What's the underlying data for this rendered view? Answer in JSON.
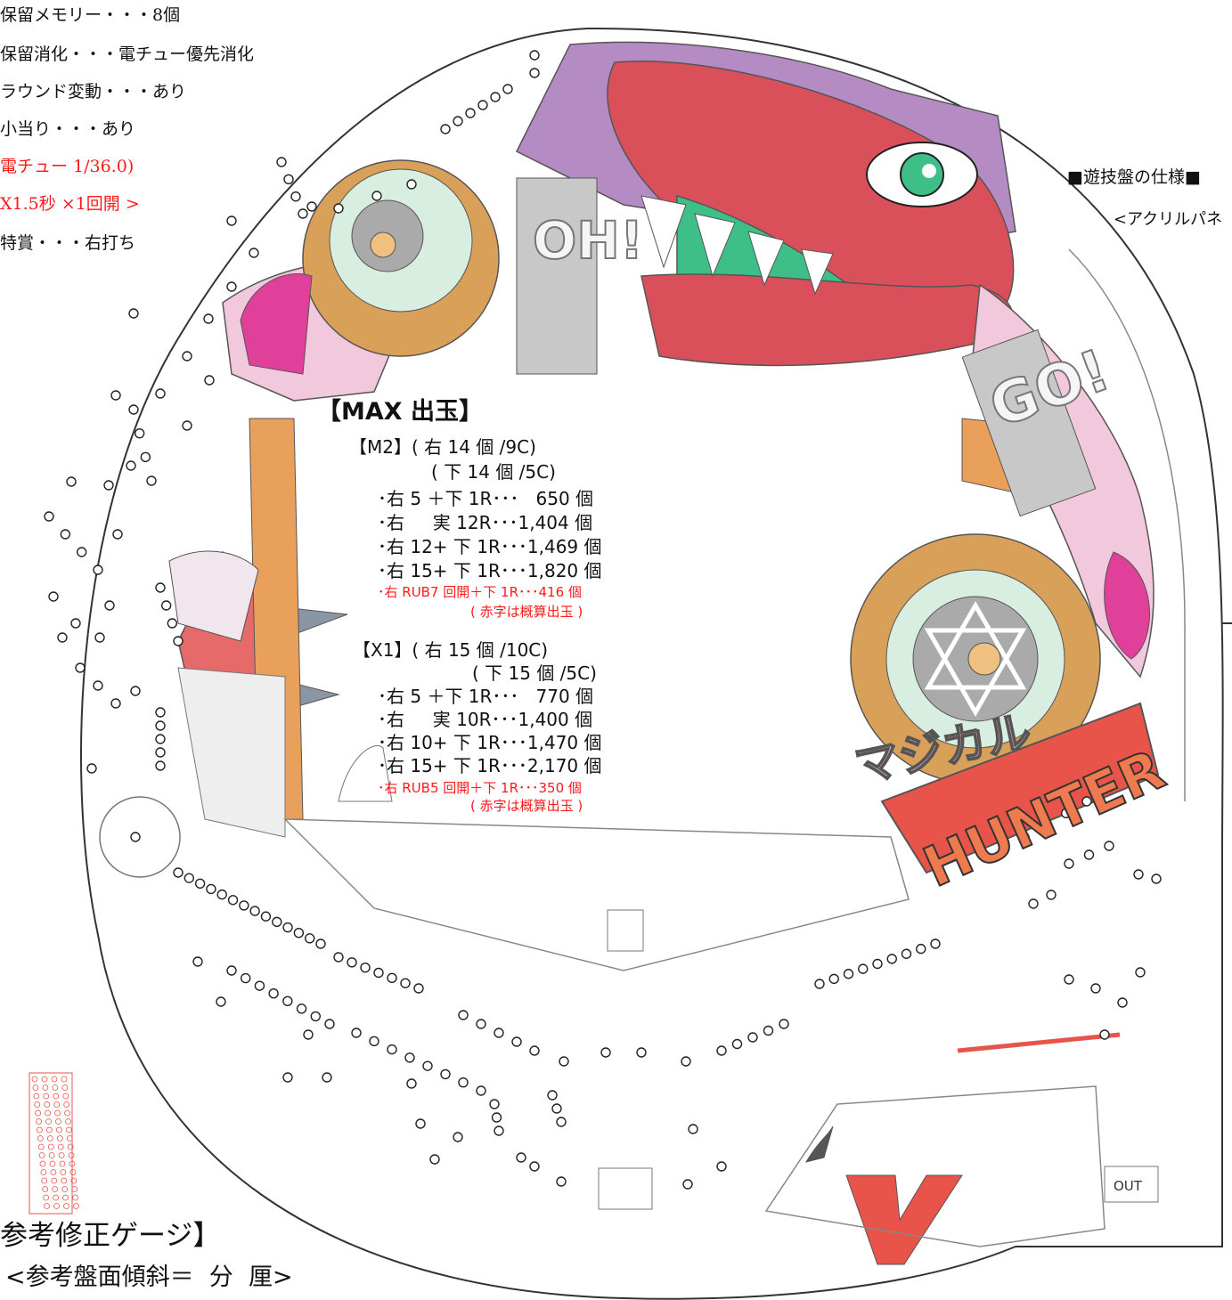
{
  "left_specs": [
    {
      "text": "保留メモリー・・・8個",
      "color": "#111111"
    },
    {
      "text": "保留消化・・・電チュー優先消化",
      "color": "#111111"
    },
    {
      "text": "ラウンド変動・・・あり",
      "color": "#111111"
    },
    {
      "text": "小当り・・・あり",
      "color": "#111111"
    },
    {
      "text": "電チュー 1/36.0)",
      "color": "#ff1a1a"
    },
    {
      "text": "X1.5秒 ×1回開 >",
      "color": "#ff1a1a"
    },
    {
      "text": "特賞・・・右打ち",
      "color": "#111111"
    }
  ],
  "board_spec": {
    "title": "■遊技盤の仕様■",
    "subtitle": "<アクリルパネ"
  },
  "max_output": {
    "title": "【MAX 出玉】",
    "m2": {
      "header": "【M2】( 右 14 個 /9C)",
      "header2": "( 下 14 個 /5C)",
      "lines": [
        "･右 5 ＋下 1R･･･   650 個",
        "･右     実 12R･･･1,404 個",
        "･右 12+ 下 1R･･･1,469 個",
        "･右 15+ 下 1R･･･1,820 個"
      ],
      "red_line": "･右 RUB7 回開＋下 1R･･･416 個",
      "red_note": "( 赤字は概算出玉 )"
    },
    "x1": {
      "header": "【X1】( 右 15 個 /10C)",
      "header2": "( 下 15 個 /5C)",
      "lines": [
        "･右 5 ＋下 1R･･･   770 個",
        "･右     実 10R･･･1,400 個",
        "･右 10+ 下 1R･･･1,470 個",
        "･右 15+ 下 1R･･･2,170 個"
      ],
      "red_line": "･右 RUB5 回開＋下 1R･･･350 個",
      "red_note": "( 赤字は概算出玉 )"
    }
  },
  "gauge": {
    "title": "参考修正ゲージ】",
    "subtitle": "<参考盤面傾斜＝  分  厘>"
  },
  "board_logos": {
    "oh": "OH!",
    "go": "GO!",
    "magical": "マジカル",
    "hunter": "HUNTER",
    "v": "V",
    "out": "OUT"
  },
  "colors": {
    "creature_red": "#d9505a",
    "creature_purple": "#b58bc4",
    "reel_orange": "#d9a05a",
    "reel_gray": "#aaaaaa",
    "teeth_green": "#3fbf88",
    "pink": "#f2a6c8",
    "magenta": "#e0409a",
    "accent_red": "#ff1a1a"
  }
}
